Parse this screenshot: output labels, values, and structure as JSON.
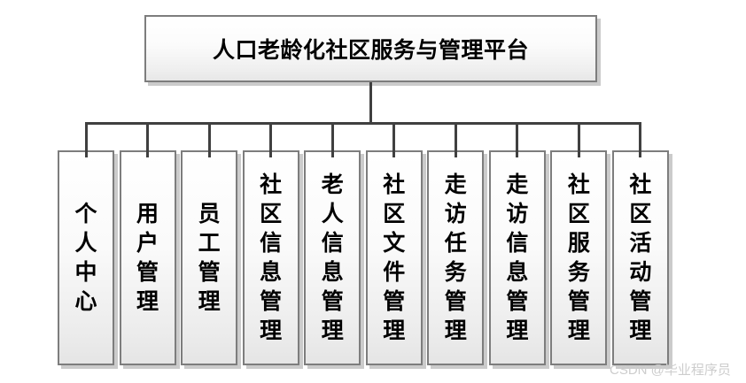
{
  "root": {
    "label": "人口老龄化社区服务与管理平台"
  },
  "columns": [
    {
      "label": "个人中心"
    },
    {
      "label": "用户管理"
    },
    {
      "label": "员工管理"
    },
    {
      "label": "社区信息管理"
    },
    {
      "label": "老人信息管理"
    },
    {
      "label": "社区文件管理"
    },
    {
      "label": "走访任务管理"
    },
    {
      "label": "走访信息管理"
    },
    {
      "label": "社区服务管理"
    },
    {
      "label": "社区活动管理"
    }
  ],
  "watermark": {
    "text": "CSDN @毕业程序员"
  },
  "colors": {
    "connector_line": "#404040",
    "node_border": "#7d7d7d",
    "node_fill_top": "#ffffff",
    "node_fill_bottom": "#e5e5e5",
    "node_shadow": "#cbcbcb",
    "text": "#000000",
    "watermark_text": "#cdcdcd",
    "background": "#ffffff"
  }
}
